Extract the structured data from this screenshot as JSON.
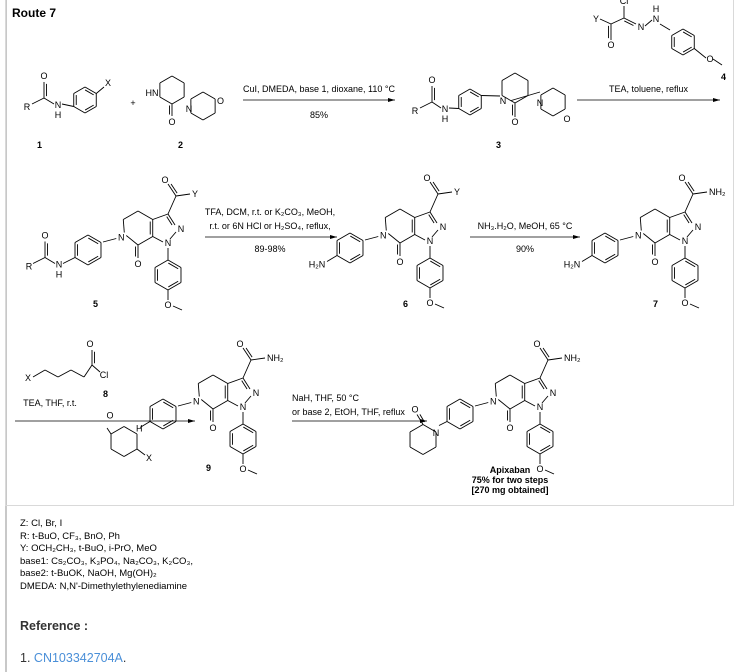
{
  "route_title": "Route 7",
  "atoms": {
    "N": "N",
    "O": "O",
    "H": "H",
    "NH2": "NH₂",
    "H2N": "H₂N",
    "X": "X",
    "Y": "Y",
    "R": "R",
    "Cl": "Cl",
    "HN": "HN",
    "plus": "+"
  },
  "steps": [
    {
      "above": "CuI, DMEDA, base 1, dioxane, 110 °C",
      "below": "85%"
    },
    {
      "above": "TEA, toluene, reflux",
      "below": ""
    },
    {
      "above1": "TFA, DCM, r.t. or K₂CO₃, MeOH,",
      "above2": "r.t. or 6N HCl or H₂SO₄, reflux,",
      "below": "89-98%"
    },
    {
      "above": "NH₃.H₂O, MeOH, 65 °C",
      "below": "90%"
    },
    {
      "above": "TEA, THF, r.t."
    },
    {
      "above1": "NaH, THF, 50 °C",
      "above2": "or base 2, EtOH, THF, reflux"
    }
  ],
  "compounds": {
    "c1": "1",
    "c2": "2",
    "c3": "3",
    "c4": "4",
    "c5": "5",
    "c6": "6",
    "c7": "7",
    "c8": "8",
    "c9": "9"
  },
  "product": {
    "name": "Apixaban",
    "yield": "75% for two steps",
    "amount": "[270 mg obtained]"
  },
  "legend": [
    "Z: Cl, Br, I",
    "R: t-BuO, CF₃, BnO, Ph",
    "Y: OCH₂CH₃, t-BuO, i-PrO, MeO",
    "base1: Cs₂CO₃, K₃PO₄, Na₂CO₃, K₂CO₃,",
    "base2: t-BuOK, NaOH, Mg(OH)₂",
    "DMEDA: N,N'-Dimethylethylenediamine"
  ],
  "reference": {
    "title": "Reference :",
    "number": "1.",
    "link": "CN103342704A",
    "suffix": "."
  }
}
